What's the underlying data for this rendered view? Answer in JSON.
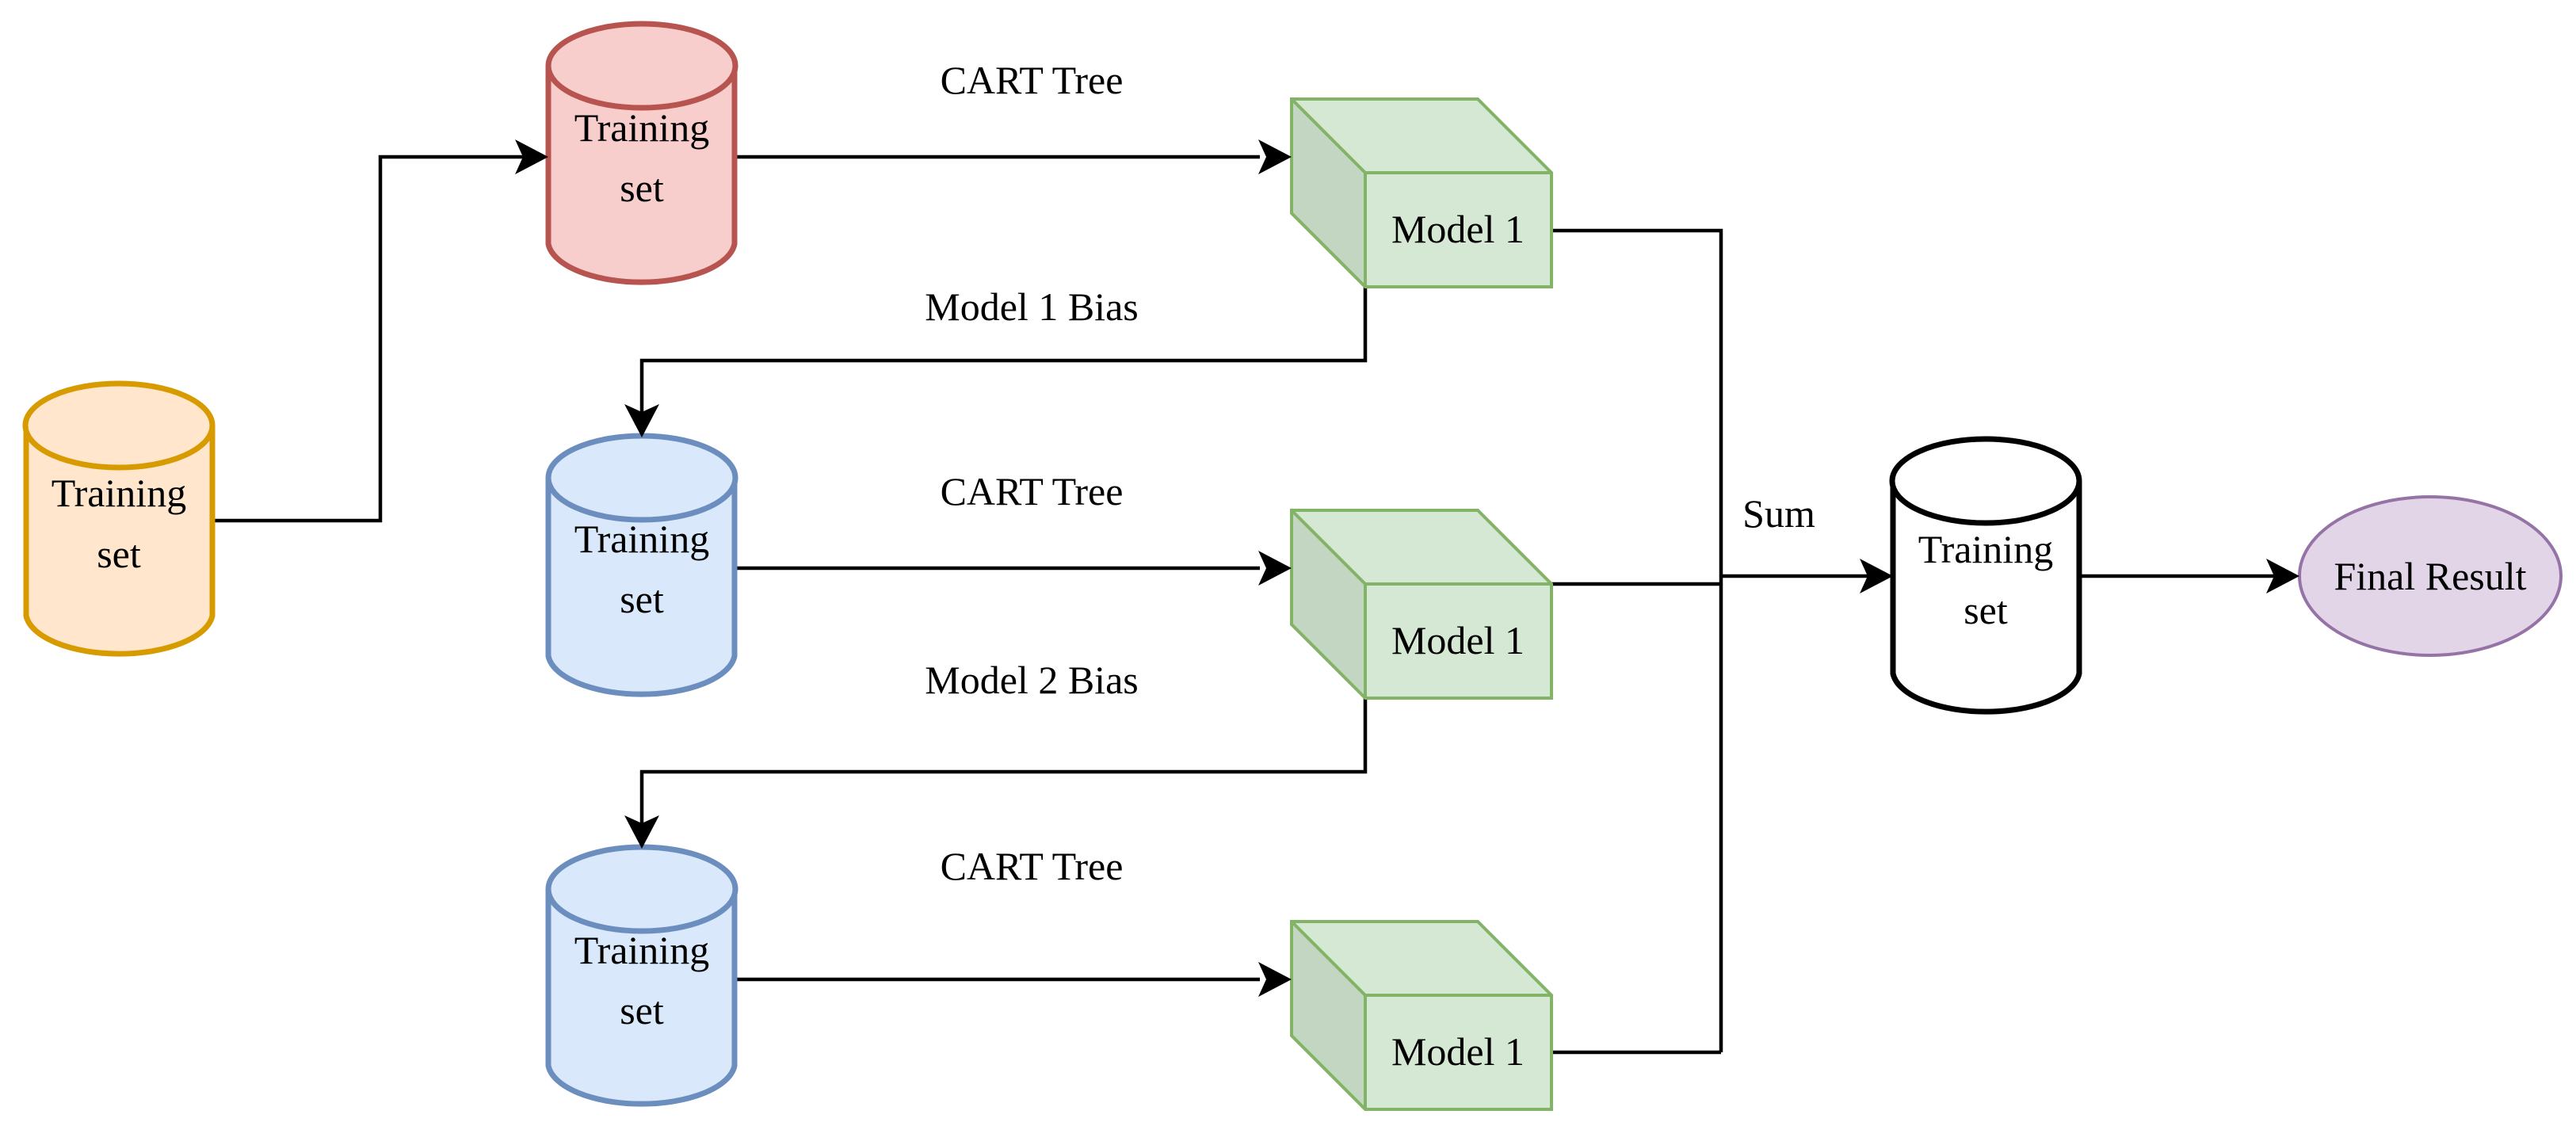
{
  "colors": {
    "source": {
      "fill": "#ffe6cc",
      "stroke": "#d79b00"
    },
    "stage1": {
      "fill": "#f8cecc",
      "stroke": "#b85450"
    },
    "stage_next": {
      "fill": "#dae8fc",
      "stroke": "#6c8ebf"
    },
    "model": {
      "fill": "#d5e8d4",
      "side": "#c3d6c2",
      "stroke": "#82b366"
    },
    "aggregate": {
      "fill": "#ffffff",
      "stroke": "#000000"
    },
    "result": {
      "fill": "#e1d5e7",
      "stroke": "#9673a6"
    }
  },
  "nodes": {
    "source_set": {
      "line1": "Training",
      "line2": "set"
    },
    "set_1": {
      "line1": "Training",
      "line2": "set"
    },
    "set_2": {
      "line1": "Training",
      "line2": "set"
    },
    "set_3": {
      "line1": "Training",
      "line2": "set"
    },
    "model_1": {
      "label": "Model 1"
    },
    "model_2": {
      "label": "Model 1"
    },
    "model_3": {
      "label": "Model 1"
    },
    "sum_set": {
      "line1": "Training",
      "line2": "set"
    },
    "final_result": {
      "label": "Final Result"
    }
  },
  "edge_labels": {
    "cart_1": "CART Tree",
    "cart_2": "CART Tree",
    "cart_3": "CART Tree",
    "bias_1": "Model 1 Bias",
    "bias_2": "Model 2 Bias",
    "sum": "Sum"
  }
}
